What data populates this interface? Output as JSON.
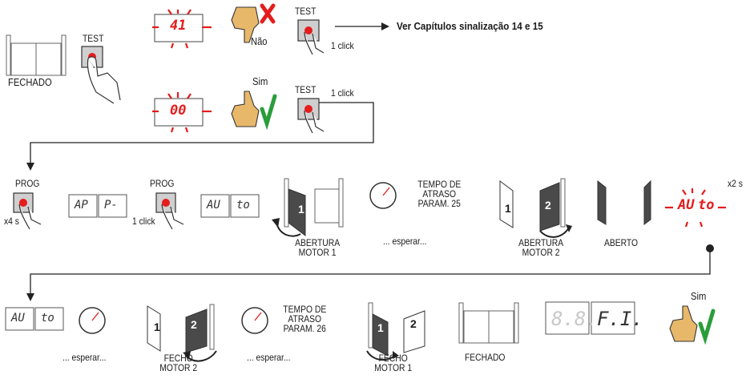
{
  "labels": {
    "test": "TEST",
    "fechado": "FECHADO",
    "nao": "Não",
    "sim": "Sim",
    "one_click": "1 click",
    "ver_capitulos": "Ver Capítulos sinalização 14 e 15",
    "prog": "PROG",
    "x4s": "x4 s",
    "x2s": "x2 s",
    "abertura": "ABERTURA",
    "motor1": "MOTOR 1",
    "motor2": "MOTOR 2",
    "esperar": "... esperar...",
    "tempo_de": "TEMPO DE",
    "atraso": "ATRASO",
    "param25": "PARAM. 25",
    "param26": "PARAM. 26",
    "aberto": "ABERTO",
    "fecho": "FECHO"
  },
  "displays": {
    "err41": "41",
    "ok00": "00",
    "ap": "AP",
    "p_dash": "P-",
    "au": "AU",
    "to": "to",
    "blank_88": "8.8.",
    "final_fi": "F.I."
  },
  "panels": {
    "leaf1": "1",
    "leaf2": "2"
  },
  "colors": {
    "red": "#e41d1d",
    "green": "#2a9d3a",
    "dark_leaf": "#4a4a4a",
    "hand": "#e8b86a"
  }
}
